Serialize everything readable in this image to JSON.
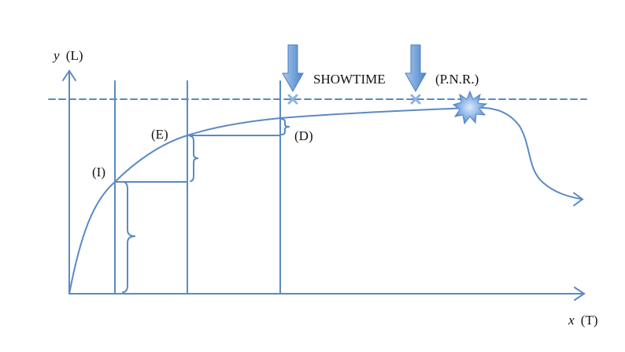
{
  "axes": {
    "y_var": "y",
    "y_unit": "(L)",
    "x_var": "x",
    "x_unit": "(T)"
  },
  "labels": {
    "showtime": "SHOWTIME",
    "pnr": "(P.N.R.)",
    "i": "(I)",
    "e": "(E)",
    "d": "(D)"
  },
  "colors": {
    "line": "#5b8ac4",
    "arrow_fill": "#7aa6dc",
    "marker": "#8db4e6",
    "text": "#111111"
  }
}
